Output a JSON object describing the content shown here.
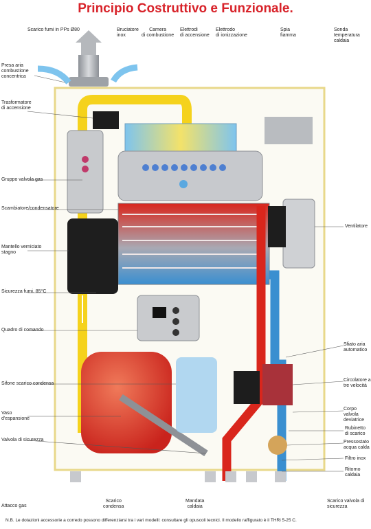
{
  "title": "Principio Costruttivo e Funzionale.",
  "labels_top": {
    "scarico_fumi": "Scarico fumi in PPs Ø80",
    "bruciatore": "Bruciatore\ninox",
    "camera": "Camera\ndi combustione",
    "elettrodi_accensione": "Elettrodi\ndi accensione",
    "elettrodo_ionizzazione": "Elettrodo\ndi ionizzazione",
    "spia_fiamma": "Spia\nfiamma",
    "sonda": "Sonda\ntemperatura\ncaldaia"
  },
  "labels_left": {
    "presa_aria": "Presa aria\ncombustione\nconcentrica",
    "trasformatore": "Trasformatore\ndi accensione",
    "gruppo_valvola": "Gruppo valvola gas",
    "scambiatore": "Scambiatore/condensatore",
    "mantello": "Mantello verniciato\nstagno",
    "sicurezza_fumi": "Sicurezza fumi. 85°C",
    "quadro": "Quadro di comando",
    "sifone": "Sifone scarico condensa",
    "vaso": "Vaso\nd'espansione",
    "valvola_sicurezza": "Valvola di sicurezza",
    "attacco_gas": "Attacco gas"
  },
  "labels_right": {
    "ventilatore": "Ventilatore",
    "sfiato": "Sfiato aria\nautomatico",
    "circolatore": "Circolatore a\ntre velocità",
    "corpo_valvola": "Corpo valvola\ndeviatrice",
    "rubinetto": "Rubinetto\ndi scarico",
    "pressostato": "Pressostato\nacqua calda",
    "filtro": "Filtro inox",
    "ritorno": "Ritorno\ncaldaia",
    "scarico_valvola": "Scarico valvola di\nsicurezza"
  },
  "labels_bottom": {
    "scarico_condensa": "Scarico\ncondensa",
    "mandata": "Mandata\ncaldaia"
  },
  "footnote": "N.B. Le dotazioni accessorie a corredo possono differenziarsi tra i vari modelli: consultare gli opuscoli tecnici. Il modello raffigurato è il THRi 5-25 C.",
  "colors": {
    "title_red": "#d8232a",
    "hot_red": "#d9261c",
    "cold_blue": "#3a8fd0",
    "gas_yellow": "#f5d21c",
    "casing_gray": "#b9bcc0",
    "frame_yellow": "#e8d88a"
  }
}
